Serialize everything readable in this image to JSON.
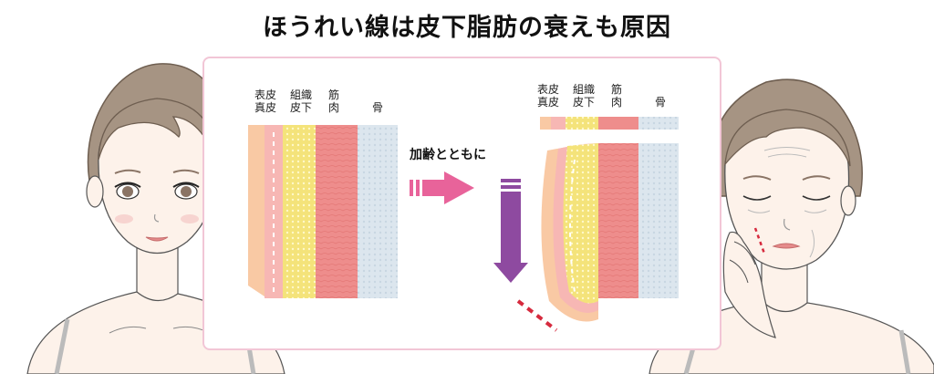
{
  "title": "ほうれい線は皮下脂肪の衰えも原因",
  "layers_left": {
    "epidermis": "表皮",
    "dermis": "真皮",
    "tissue": "組織",
    "subcutaneous": "皮下",
    "muscle": "筋肉",
    "bone": "骨"
  },
  "layers_right": {
    "epidermis": "表皮",
    "dermis": "真皮",
    "tissue": "組織",
    "subcutaneous": "皮下",
    "muscle": "筋肉",
    "bone": "骨"
  },
  "aging_label": "加齢とともに",
  "colors": {
    "epidermis": "#f9c9a4",
    "dermis": "#f7b7b4",
    "fat": "#f4e37a",
    "muscle": "#ee8d8c",
    "bone": "#dce6ee",
    "arrow_pink": "#e8639a",
    "arrow_purple": "#8e4aa0",
    "line_red": "#d62a3e",
    "panel_border": "#f2c6d6"
  },
  "icons": [
    "young-woman-illustration",
    "aging-woman-illustration",
    "right-arrow-icon",
    "down-arrow-icon"
  ]
}
